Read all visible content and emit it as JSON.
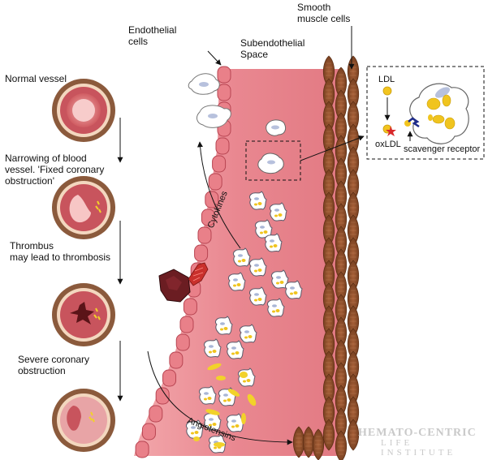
{
  "labels": {
    "endothelial": [
      "Endothelial",
      "cells"
    ],
    "smooth_muscle": [
      "Smooth",
      "muscle cells"
    ],
    "subendothelial": [
      "Subendothelial",
      "Space"
    ],
    "normal": "Normal vessel",
    "narrowing": [
      "Narrowing of blood",
      "vessel. 'Fixed coronary",
      "obstruction'"
    ],
    "thrombus": [
      "Thrombus",
      "may lead to thrombosis"
    ],
    "severe": [
      "Severe coronary",
      "obstruction"
    ],
    "cytokines": "Cytokines",
    "angiotensins": "Angiotensins"
  },
  "inset": {
    "ldl": "LDL",
    "oxldl": "oxLDL",
    "scavenger": "scavenger receptor"
  },
  "watermark": [
    "HEMATO-CENTRIC",
    "LIFE INSTITUTE"
  ],
  "colors": {
    "vessel_wall": "#8b5a3c",
    "lumen": "#d9686f",
    "smooth_muscle": "#8a4a2a",
    "endothelium": "#e07580",
    "lipid": "#f2d22a",
    "thrombus": "#6b1d22"
  }
}
